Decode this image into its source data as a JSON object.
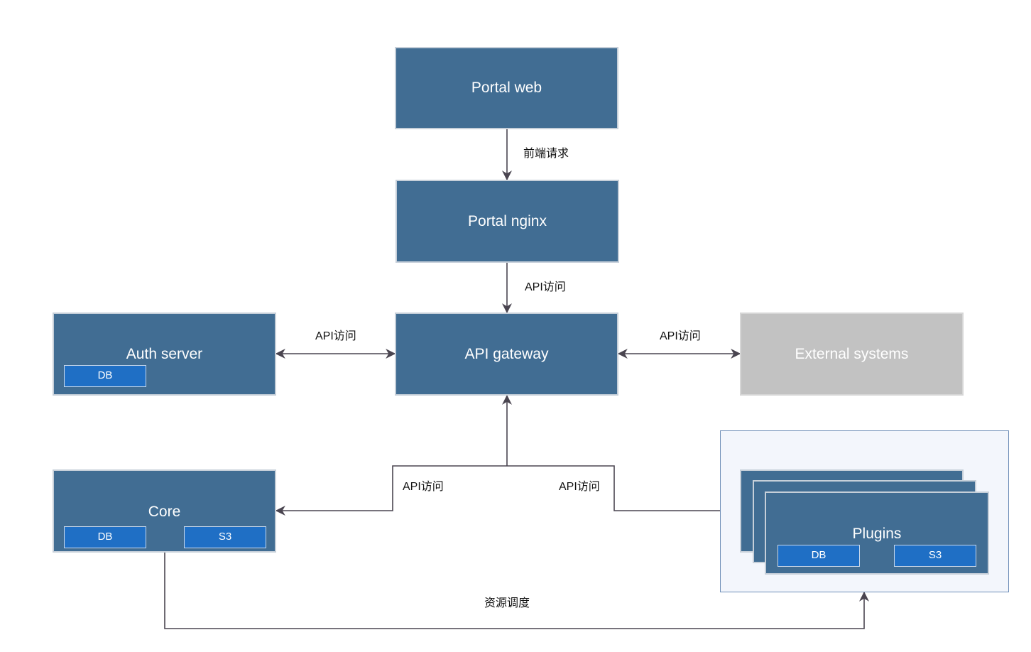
{
  "nodes": {
    "portal_web": {
      "label": "Portal web"
    },
    "portal_nginx": {
      "label": "Portal nginx"
    },
    "api_gateway": {
      "label": "API gateway"
    },
    "auth_server": {
      "label": "Auth server",
      "db": "DB"
    },
    "external_systems": {
      "label": "External systems"
    },
    "core": {
      "label": "Core",
      "db": "DB",
      "s3": "S3"
    },
    "plugins": {
      "label": "Plugins",
      "db": "DB",
      "s3": "S3"
    }
  },
  "edges": {
    "web_to_nginx": "前端请求",
    "nginx_to_gateway": "API访问",
    "auth_gateway": "API访问",
    "gateway_external": "API访问",
    "gateway_core": "API访问",
    "gateway_plugins": "API访问",
    "core_to_plugins": "资源调度"
  },
  "colors": {
    "node_fill": "#416d93",
    "node_border": "#c6cfd9",
    "chip_fill": "#1f6fc5",
    "external_fill": "#c2c2c2",
    "group_fill": "#f3f6fc",
    "group_border": "#6f8fb8",
    "connector": "#4a4550"
  }
}
